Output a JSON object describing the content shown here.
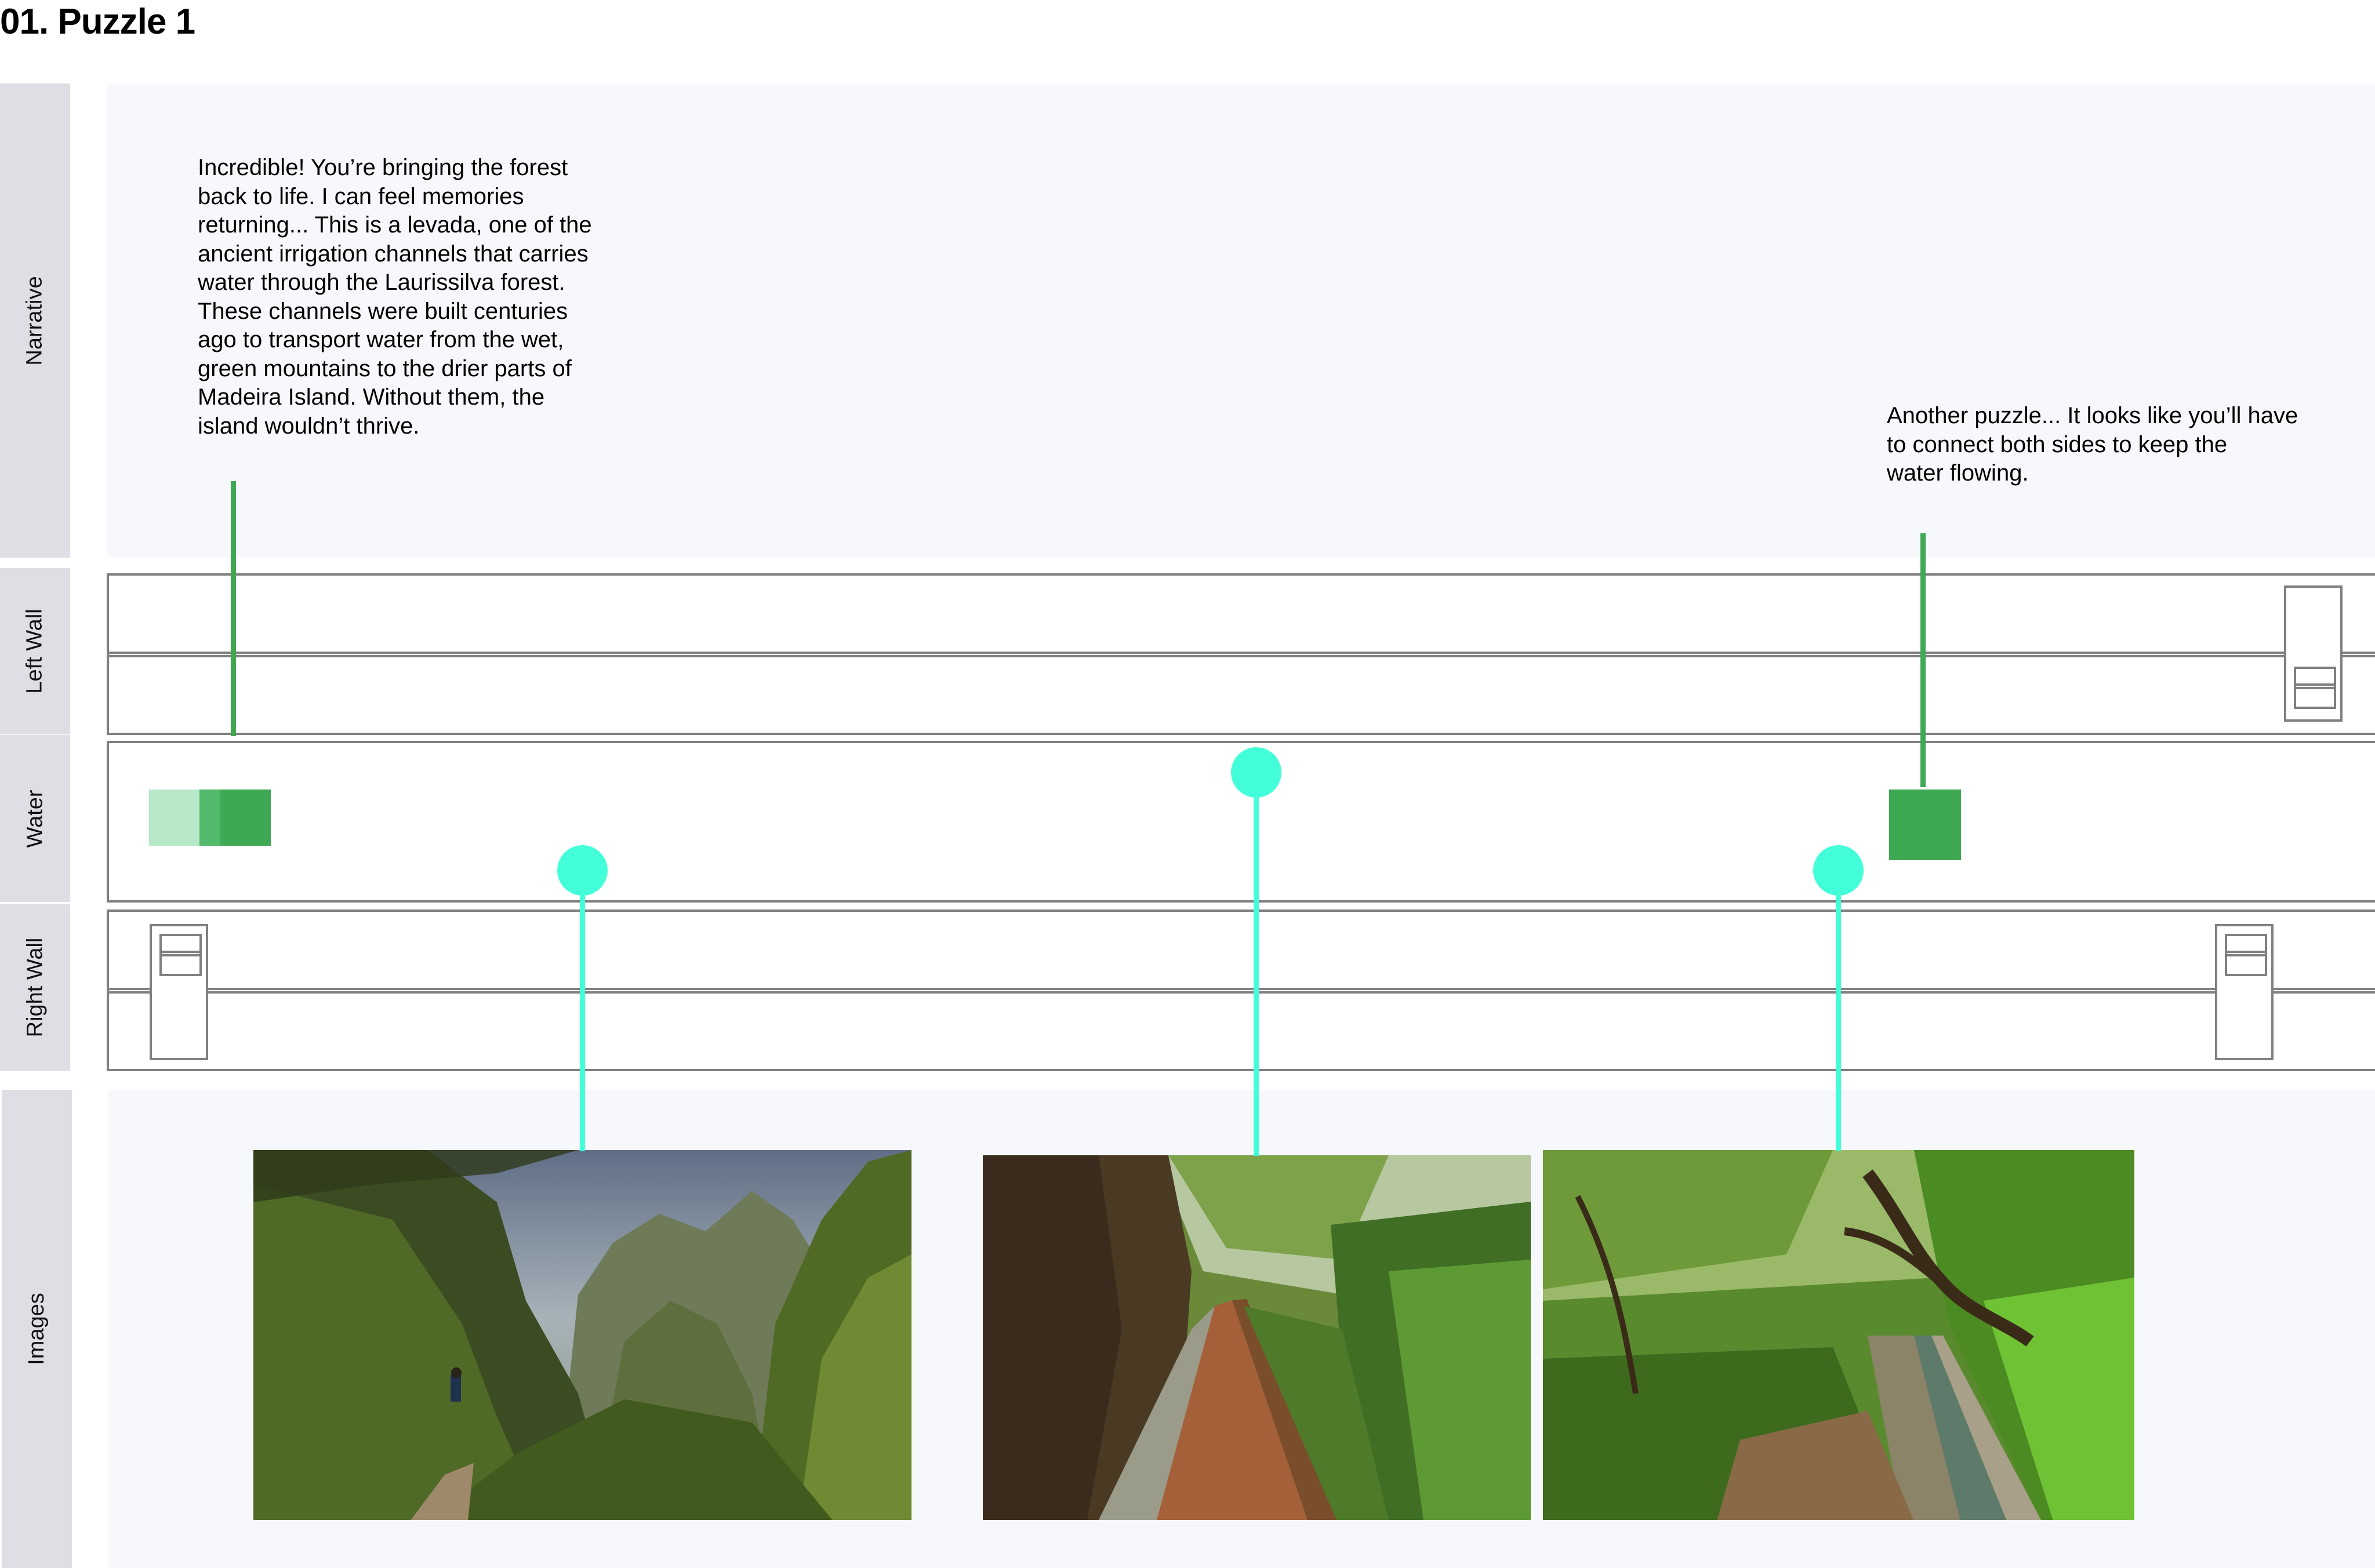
{
  "page": {
    "title": "01. Puzzle 1"
  },
  "lanes": [
    {
      "id": "narrative",
      "label": "Narrative"
    },
    {
      "id": "left_wall",
      "label": "Left Wall"
    },
    {
      "id": "water",
      "label": "Water"
    },
    {
      "id": "right_wall",
      "label": "Right Wall"
    },
    {
      "id": "images",
      "label": "Images"
    }
  ],
  "narrative": {
    "notes": [
      {
        "text": "Incredible! You’re bringing the forest\nback to life. I can feel memories\nreturning... This is a levada, one of the\nancient irrigation channels that carries\nwater through the Laurissilva forest.\nThese channels were built centuries\nago to transport water from the wet,\ngreen mountains to the drier parts of\nMadeira Island. Without them, the\nisland wouldn’t thrive."
      },
      {
        "text": "Another puzzle... It looks like you’ll have\nto connect both sides to keep the\nwater flowing."
      }
    ]
  },
  "water": {
    "blocks": [
      {
        "segments": [
          "#B7E9C8",
          "#52BA6A",
          "#3FA852"
        ]
      },
      {
        "segments": [
          "#3FA852"
        ]
      }
    ]
  },
  "colors": {
    "lane_label_bg": "#DEDFE4",
    "panel_bg": "#F7F8FC",
    "track_border": "#808080",
    "narrative_connector": "#3FA852",
    "image_marker": "#43FFD9"
  },
  "images": [
    {
      "alt": "Levada trail along a steep green valley with a hiker"
    },
    {
      "alt": "Dirt path beside a levada channel through dense forest"
    },
    {
      "alt": "Levada water channel under twisted mossy trees"
    }
  ]
}
